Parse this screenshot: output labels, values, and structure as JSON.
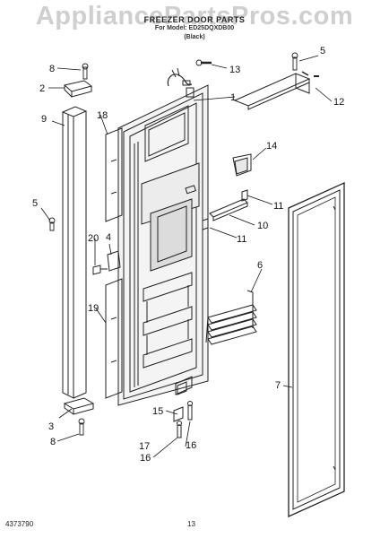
{
  "header": {
    "watermark": "AppliancePartsPros.com",
    "title": "FREEZER DOOR PARTS",
    "subtitle": "For Model: ED25DQXDB00",
    "note": "(Black)"
  },
  "callouts": [
    "1",
    "2",
    "3",
    "4",
    "5",
    "5",
    "6",
    "7",
    "8",
    "8",
    "9",
    "10",
    "11",
    "11",
    "12",
    "13",
    "14",
    "15",
    "16",
    "16",
    "17",
    "18",
    "19",
    "20"
  ],
  "footer": {
    "code": "4373790",
    "page": "13"
  }
}
